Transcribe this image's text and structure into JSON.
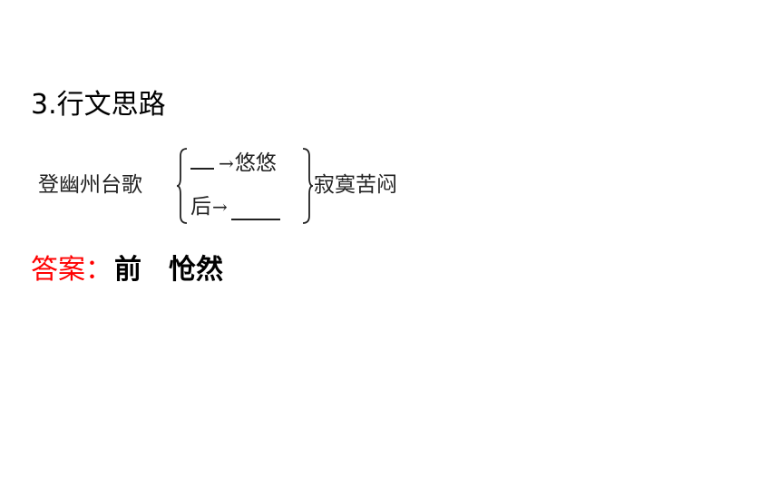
{
  "heading": "3.行文思路",
  "diagram": {
    "left": "登幽州台歌",
    "top_branch": {
      "prefix": "",
      "result": "悠悠"
    },
    "bottom_branch": {
      "prefix": "后",
      "result": ""
    },
    "right": "寂寞苦闷",
    "arrow": "→"
  },
  "answer": {
    "label": "答案：",
    "values": [
      "前",
      "怆然"
    ]
  },
  "colors": {
    "answer_label": "#ff0000",
    "text": "#000000"
  }
}
